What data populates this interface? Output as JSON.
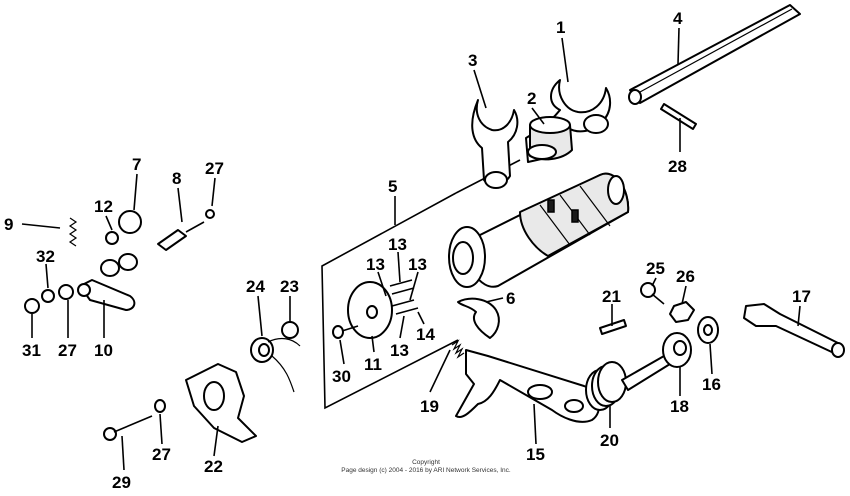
{
  "labels": {
    "p1": "1",
    "p2": "2",
    "p3": "3",
    "p4": "4",
    "p5": "5",
    "p6": "6",
    "p7": "7",
    "p8": "8",
    "p9": "9",
    "p10": "10",
    "p11": "11",
    "p12": "12",
    "p13a": "13",
    "p13b": "13",
    "p13c": "13",
    "p13d": "13",
    "p14": "14",
    "p15": "15",
    "p16": "16",
    "p17": "17",
    "p18": "18",
    "p19": "19",
    "p20": "20",
    "p21": "21",
    "p22": "22",
    "p23": "23",
    "p24": "24",
    "p25": "25",
    "p26": "26",
    "p27a": "27",
    "p27b": "27",
    "p27c": "27",
    "p28": "28",
    "p29": "29",
    "p30": "30",
    "p31": "31",
    "p32": "32"
  },
  "copyright": {
    "line1": "Copyright",
    "line2": "Page design (c) 2004 - 2016 by ARI Network Services, Inc."
  }
}
